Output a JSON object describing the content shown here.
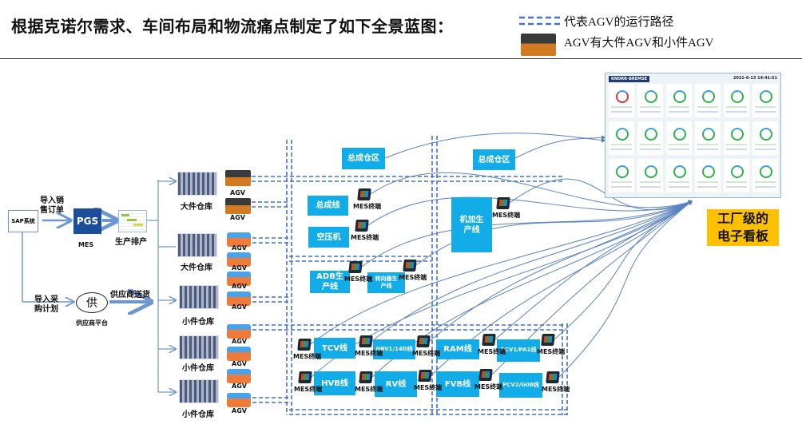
{
  "header": {
    "title": "根据克诺尔需求、车间布局和物流痛点制定了如下全景蓝图：",
    "legend_path": "代表AGV的运行路径",
    "legend_agv": "AGV有大件AGV和小件AGV"
  },
  "left": {
    "sap": "SAP系统",
    "import_sales": "导入销售订单",
    "mes_logo": "PGS",
    "mes": "MES",
    "scheduling": "生产排产",
    "import_purchase": "导入采购计划",
    "supplier_icon": "供",
    "supplier_platform": "供应商平台",
    "supplier_delivery": "供应商送货"
  },
  "warehouses": [
    "大件仓库",
    "大件仓库",
    "小件仓库",
    "小件仓库",
    "小件仓库"
  ],
  "agv_label": "AGV",
  "areas": {
    "assembly_store_1": "总成仓区",
    "assembly_store_2": "总成仓区",
    "assembly_line": "总成线",
    "compressor": "空压机",
    "machining": "机加生产线",
    "adb": "ADB生产线",
    "steering": "转向器生产线",
    "tcv": "TCV线",
    "gbv": "GBV1/14D线",
    "ram": "RAM线",
    "pcv1": "PCV1/PA1线",
    "hvb": "HVB线",
    "rv": "RV线",
    "fvb": "FVB线",
    "pcv2": "PCV2/G08线"
  },
  "mes_terminal": "MES终端",
  "dashboard": {
    "logo": "KNORR-BREMSE",
    "timestamp": "2021-6-13 14:41:51",
    "caption": "工厂级的电子看板",
    "caption_line1": "工厂级的",
    "caption_line2": "电子看板",
    "status_colors": {
      "ok": "#2fb24a",
      "alarm": "#d9363e"
    }
  },
  "colors": {
    "accent_blue": "#12ace8",
    "path_blue": "#4472c4",
    "yellow": "#ffc000"
  }
}
